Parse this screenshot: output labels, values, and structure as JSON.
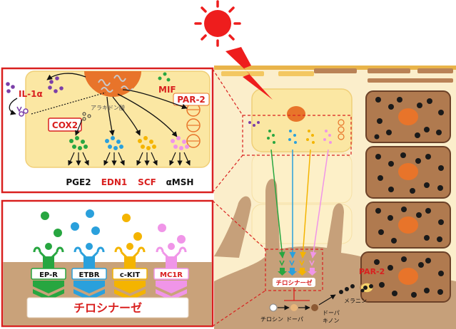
{
  "top_panel": {
    "il1a": "IL-1α",
    "mif": "MIF",
    "par2": "PAR-2",
    "arachidonic": "アラキドン酸",
    "cox2": "COX2",
    "products": [
      "PGE2",
      "EDN1",
      "SCF",
      "αMSH"
    ]
  },
  "bottom_panel": {
    "receptors": [
      "EP-R",
      "ETBR",
      "c-KIT",
      "MC1R"
    ],
    "enzyme": "チロシナーゼ"
  },
  "right_scene": {
    "par2": "PAR-2",
    "enzyme": "チロシナーゼ",
    "pathway": [
      "チロシン",
      "ドーパ",
      "ドーパ\nキノン",
      "メラニン"
    ],
    "dopaquinone_lines": [
      "ドーパ",
      "キノン"
    ]
  },
  "colors": {
    "frame_red": "#d9201f",
    "cell_fill": "#fbe7a3",
    "nucleus": "#e8742a",
    "skin": "#c9a27a",
    "melanocyte": "#c6a07a",
    "keratinocyte_dark": "#b07a4f",
    "green": "#27a640",
    "blue": "#2aa0dc",
    "orange": "#f4b400",
    "pink": "#f095e8",
    "purple": "#7b3fa8",
    "sun": "#ee1d1d"
  },
  "icons": [
    "sun-icon",
    "lightning-icon"
  ]
}
